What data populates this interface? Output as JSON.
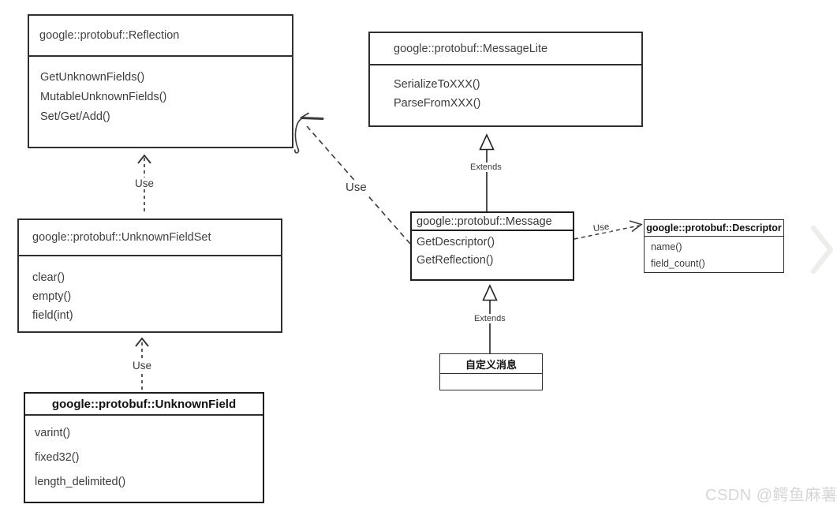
{
  "classes": {
    "reflection": {
      "title": "google::protobuf::Reflection",
      "methods": [
        "GetUnknownFields()",
        "MutableUnknownFields()",
        "Set/Get/Add()"
      ]
    },
    "message_lite": {
      "title": "google::protobuf::MessageLite",
      "methods": [
        "SerializeToXXX()",
        "ParseFromXXX()"
      ]
    },
    "unknown_field_set": {
      "title": "google::protobuf::UnknownFieldSet",
      "methods": [
        "clear()",
        "empty()",
        "field(int)"
      ]
    },
    "message": {
      "title": "google::protobuf::Message",
      "methods": [
        "GetDescriptor()",
        "GetReflection()"
      ]
    },
    "descriptor": {
      "title": "google::protobuf::Descriptor",
      "methods": [
        "name()",
        "field_count()"
      ]
    },
    "unknown_field": {
      "title": "google::protobuf::UnknownField",
      "methods": [
        "varint()",
        "fixed32()",
        "length_delimited()"
      ]
    },
    "custom_message": {
      "title": "自定义消息",
      "methods": []
    }
  },
  "edges": {
    "unknown_field_set_to_reflection": {
      "label": "Use",
      "style": "dashed-open-arrow"
    },
    "unknown_field_to_unknown_field_set": {
      "label": "Use",
      "style": "dashed-open-arrow"
    },
    "message_to_message_lite": {
      "label": "Extends",
      "style": "solid-hollow-triangle"
    },
    "custom_message_to_message": {
      "label": "Extends",
      "style": "solid-hollow-triangle"
    },
    "message_to_reflection": {
      "label": "Use",
      "style": "dashed-hook-arrow"
    },
    "message_to_descriptor": {
      "label": "Use",
      "style": "dashed-open-arrow"
    }
  },
  "watermark": {
    "text": "CSDN @鳄鱼麻薯"
  },
  "colors": {
    "background": "#ffffff",
    "line": "#333333",
    "box_border": "#2f2f2f",
    "text": "#3d3d3d",
    "bold_text": "#111111",
    "watermark": "#d7d6d4",
    "chevron": "#eeedec"
  }
}
